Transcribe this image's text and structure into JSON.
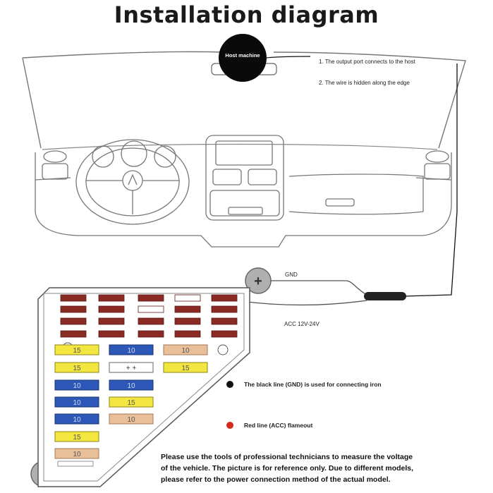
{
  "title": "Installation diagram",
  "host_label": "Host machine",
  "notes": [
    "1. The output port connects to the host",
    "2. The wire is hidden along the edge"
  ],
  "wire_labels": {
    "gnd": "GND",
    "acc": "ACC 12V-24V"
  },
  "legend": {
    "black": "The black line (GND) is used for connecting iron",
    "red": "Red line (ACC) flameout"
  },
  "footer": [
    "Please use the tools of professional technicians to measure the voltage",
    "of the vehicle. The picture is for reference only. Due to different models,",
    "please refer to the power connection method of the actual model."
  ],
  "fuse_grid_left": [
    "15",
    "15",
    "10",
    "10",
    "10",
    "15",
    "10"
  ],
  "fuse_grid_middle": [
    "10",
    "+ +",
    "10",
    "15",
    "10"
  ],
  "fuse_grid_right": [
    "10",
    "15"
  ],
  "colors": {
    "line": "#555555",
    "wire": "#111111",
    "yellow_fuse": "#f4e640",
    "blue_fuse": "#2d57b8",
    "tan_fuse": "#e8bf98",
    "dark_red_fuse": "#8a2a24",
    "legend_black": "#111111",
    "legend_red": "#d42a1e"
  }
}
